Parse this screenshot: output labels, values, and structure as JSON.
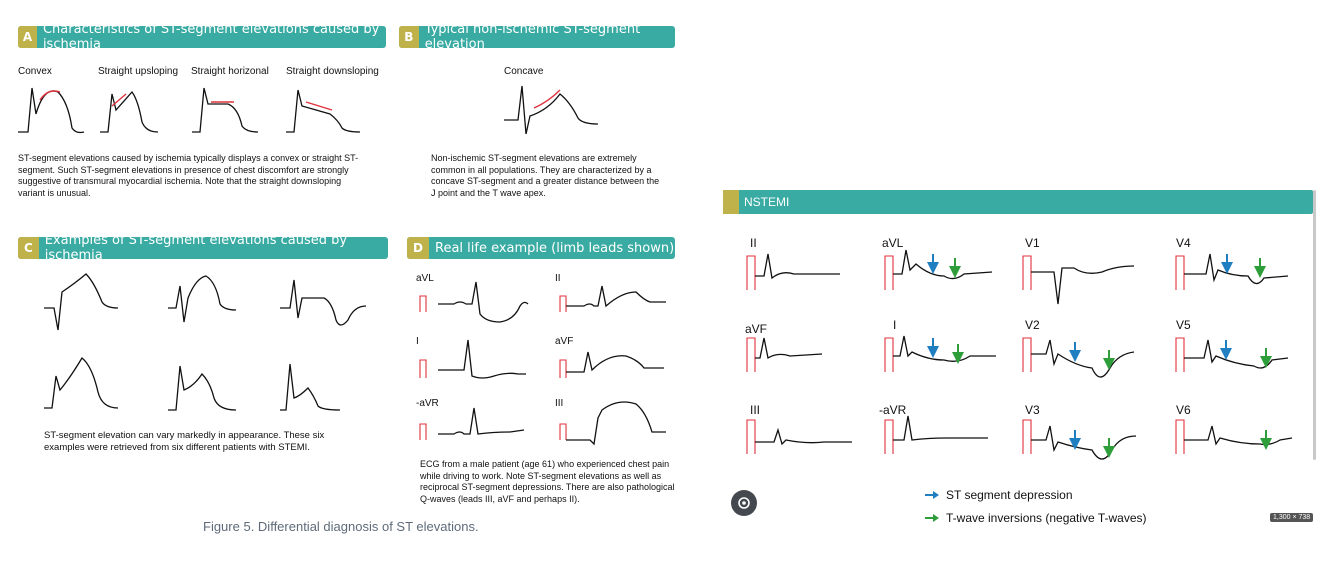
{
  "left": {
    "panelA": {
      "badge": "A",
      "title": "Characteristics of ST-segment elevations caused by ischemia",
      "labels": [
        "Convex",
        "Straight upsloping",
        "Straight horizonal",
        "Straight downsloping"
      ],
      "text": "ST-segment elevations caused by ischemia typically displays a convex or straight ST-segment. Such ST-segment elevations in presence of chest discomfort are strongly suggestive of transmural myocardial ischemia. Note that the straight downsloping variant is unusual."
    },
    "panelB": {
      "badge": "B",
      "title": "Typical non-ischemic ST-segment elevation",
      "label": "Concave",
      "text": "Non-ischemic ST-segment elevations are extremely common in all populations. They are characterized by a concave ST-segment and a greater distance between the J point and the T wave apex."
    },
    "panelC": {
      "badge": "C",
      "title": "Examples of ST-segment elevations caused by ischemia",
      "text": "ST-segment elevation can vary markedly in appearance. These six examples were retrieved from six different patients with STEMI."
    },
    "panelD": {
      "badge": "D",
      "title": "Real life example (limb leads shown)",
      "leads": [
        "aVL",
        "II",
        "I",
        "aVF",
        "-aVR",
        "III"
      ],
      "text": "ECG from a male patient (age 61) who experienced chest pain while driving to work. Note ST-segment elevations as well as reciprocal ST-segment depressions. There are also pathological Q-waves (leads III, aVF and perhaps II)."
    },
    "caption": "Figure 5. Differential diagnosis of ST elevations."
  },
  "right": {
    "title": "NSTEMI",
    "leads": [
      "II",
      "aVL",
      "V1",
      "V4",
      "aVF",
      "I",
      "V2",
      "V5",
      "III",
      "-aVR",
      "V3",
      "V6"
    ],
    "legend": {
      "st_depression": "ST segment depression",
      "t_inversion": "T-wave inversions (negative T-waves)"
    },
    "size_tag": "1,300 × 738",
    "lens_icon": "lens-search-icon"
  },
  "colors": {
    "teal": "#3aaba3",
    "olive": "#c0b24a",
    "red": "#e0323c",
    "blue": "#1f7fc1",
    "green": "#2e9e3a"
  }
}
